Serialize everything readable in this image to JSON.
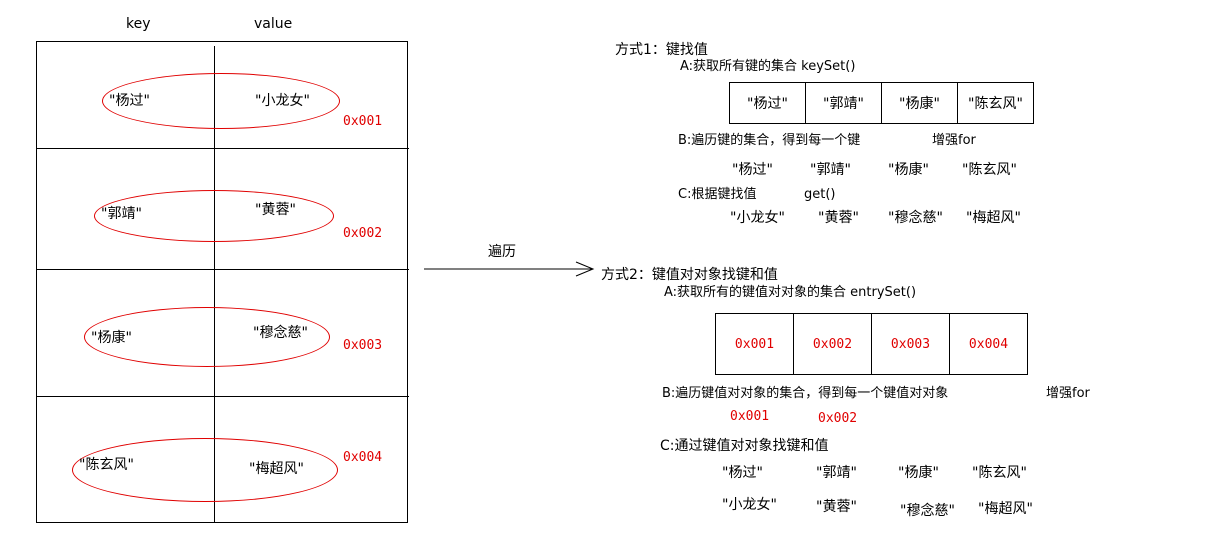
{
  "headers": {
    "key": "key",
    "value": "value"
  },
  "map_entries": [
    {
      "key": "\"杨过\"",
      "value": "\"小龙女\"",
      "address": "0x001"
    },
    {
      "key": "\"郭靖\"",
      "value": "\"黄蓉\"",
      "address": "0x002"
    },
    {
      "key": "\"杨康\"",
      "value": "\"穆念慈\"",
      "address": "0x003"
    },
    {
      "key": "\"陈玄风\"",
      "value": "\"梅超风\"",
      "address": "0x004"
    }
  ],
  "arrow_label": "遍历",
  "method1": {
    "title": "方式1：键找值",
    "step_a": "A:获取所有键的集合 keySet()",
    "key_set": [
      "\"杨过\"",
      "\"郭靖\"",
      "\"杨康\"",
      "\"陈玄风\""
    ],
    "step_b": "B:遍历键的集合，得到每一个键",
    "step_b_note": "增强for",
    "keys": [
      "\"杨过\"",
      "\"郭靖\"",
      "\"杨康\"",
      "\"陈玄风\""
    ],
    "step_c": "C:根据键找值",
    "step_c_note": "get()",
    "values": [
      "\"小龙女\"",
      "\"黄蓉\"",
      "\"穆念慈\"",
      "\"梅超风\""
    ]
  },
  "method2": {
    "title": "方式2：键值对对象找键和值",
    "step_a": "A:获取所有的键值对对象的集合 entrySet()",
    "entry_set": [
      "0x001",
      "0x002",
      "0x003",
      "0x004"
    ],
    "step_b": "B:遍历键值对对象的集合，得到每一个键值对对象",
    "step_b_note": "增强for",
    "entries": [
      "0x001",
      "0x002"
    ],
    "step_c": "C:通过键值对对象找键和值",
    "keys": [
      "\"杨过\"",
      "\"郭靖\"",
      "\"杨康\"",
      "\"陈玄风\""
    ],
    "values": [
      "\"小龙女\"",
      "\"黄蓉\"",
      "\"穆念慈\"",
      "\"梅超风\""
    ]
  },
  "colors": {
    "address_red": "#e00000",
    "line": "#000000"
  }
}
